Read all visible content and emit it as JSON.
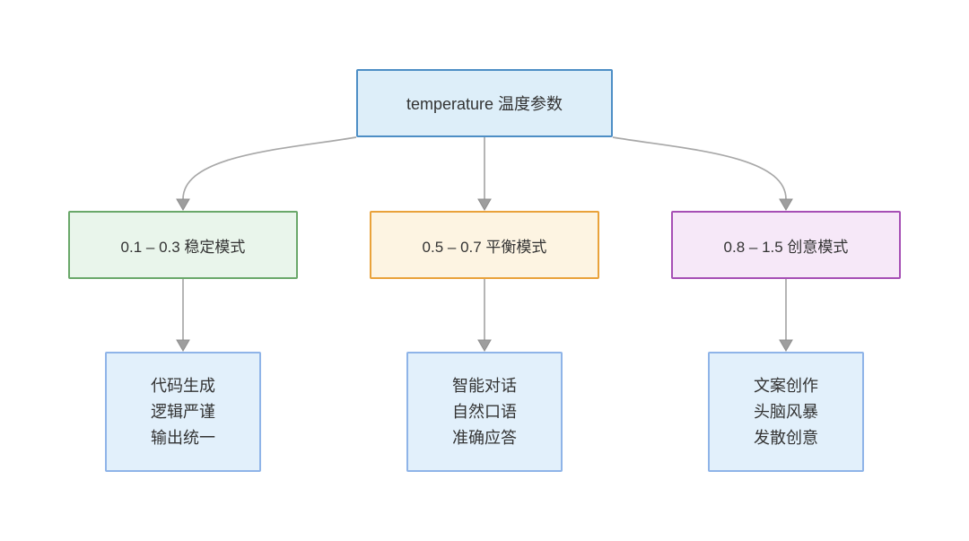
{
  "diagram": {
    "root": {
      "label": "temperature 温度参数"
    },
    "modes": [
      {
        "id": "stable",
        "label": "0.1 – 0.3 稳定模式",
        "border_color": "#6aa86a",
        "fill_color": "#e9f5eb"
      },
      {
        "id": "balanced",
        "label": "0.5 – 0.7 平衡模式",
        "border_color": "#e9a23b",
        "fill_color": "#fdf4e2"
      },
      {
        "id": "creative",
        "label": "0.8 – 1.5 创意模式",
        "border_color": "#a64fb5",
        "fill_color": "#f6e8f8"
      }
    ],
    "use_cases": [
      {
        "lines": [
          "代码生成",
          "逻辑严谨",
          "输出统一"
        ]
      },
      {
        "lines": [
          "智能对话",
          "自然口语",
          "准确应答"
        ]
      },
      {
        "lines": [
          "文案创作",
          "头脑风暴",
          "发散创意"
        ]
      }
    ],
    "connectors": [
      {
        "from": "root",
        "to": "stable"
      },
      {
        "from": "root",
        "to": "balanced"
      },
      {
        "from": "root",
        "to": "creative"
      },
      {
        "from": "stable",
        "to": "use_case_1"
      },
      {
        "from": "balanced",
        "to": "use_case_2"
      },
      {
        "from": "creative",
        "to": "use_case_3"
      }
    ],
    "colors": {
      "root_border": "#4d8ec5",
      "root_fill": "#ddeef9",
      "detail_border": "#8fb4e8",
      "detail_fill": "#e2f0fb",
      "connector": "#a8a8a8",
      "text": "#333333",
      "background": "#ffffff"
    }
  }
}
